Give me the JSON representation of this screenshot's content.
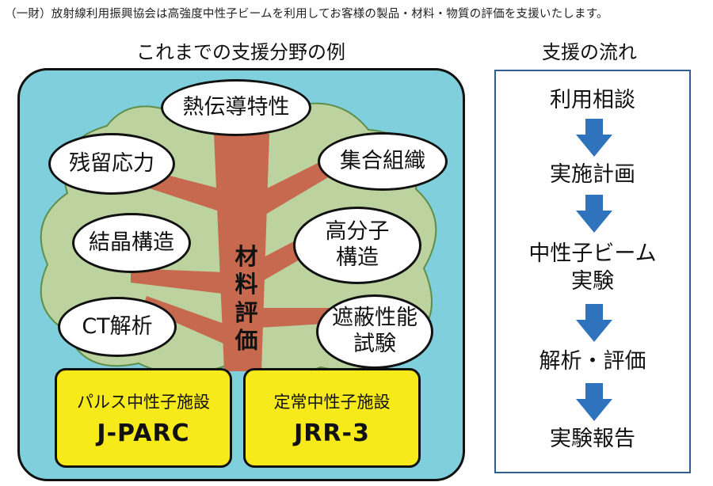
{
  "header": "（一財）放射線利用振興協会は高強度中性子ビームを利用してお客様の製品・材料・物質の評価を支援いたします。",
  "left_heading": "これまでの支援分野の例",
  "right_heading": "支援の流れ",
  "trunk_label": "材\n料\n評\n価",
  "fields": [
    "熱伝導特性",
    "残留応力",
    "集合組織",
    "結晶構造",
    "高分子\n構造",
    "CT解析",
    "遮蔽性能\n試験"
  ],
  "facilities": [
    {
      "name": "パルス中性子施設",
      "code": "J-PARC"
    },
    {
      "name": "定常中性子施設",
      "code": "JRR-3"
    }
  ],
  "flow_steps": [
    "利用相談",
    "実施計画",
    "中性子ビーム\n実験",
    "解析・評価",
    "実験報告"
  ],
  "colors": {
    "panel_bg": "#7fd0dc",
    "canopy": "#bcd3a0",
    "trunk": "#c7694f",
    "facility": "#f7ea1a",
    "arrow": "#2f73bd",
    "flow_border": "#2e5d8e"
  }
}
